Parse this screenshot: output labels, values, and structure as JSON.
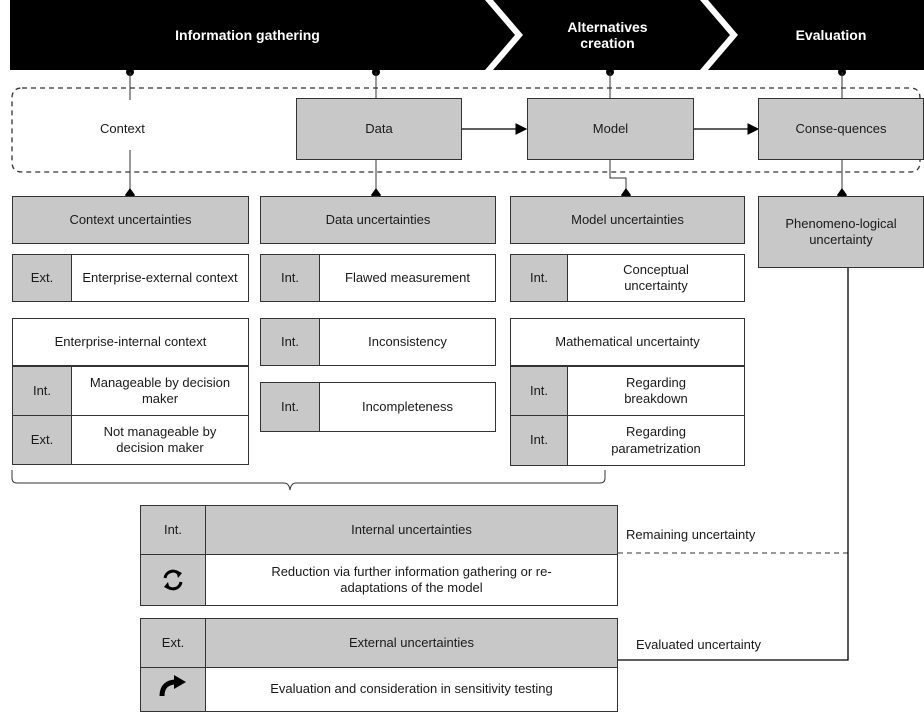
{
  "phases": {
    "information_gathering": "Information gathering",
    "alternatives_creation": "Alternatives creation",
    "evaluation": "Evaluation"
  },
  "process": {
    "context": "Context",
    "data": "Data",
    "model": "Model",
    "consequences": "Conse-quences"
  },
  "context_uncertainties": {
    "title": "Context uncertainties",
    "external_tag": "Ext.",
    "external_label": "Enterprise-external context",
    "internal_title": "Enterprise-internal context",
    "manageable_tag": "Int.",
    "manageable_label": "Manageable by decision maker",
    "not_manageable_tag": "Ext.",
    "not_manageable_label": "Not manageable by decision maker"
  },
  "data_uncertainties": {
    "title": "Data uncertainties",
    "items": [
      {
        "tag": "Int.",
        "label": "Flawed measurement"
      },
      {
        "tag": "Int.",
        "label": "Inconsistency"
      },
      {
        "tag": "Int.",
        "label": "Incompleteness"
      }
    ]
  },
  "model_uncertainties": {
    "title": "Model uncertainties",
    "conceptual_tag": "Int.",
    "conceptual_label": "Conceptual uncertainty",
    "math_title": "Mathematical uncertainty",
    "breakdown_tag": "Int.",
    "breakdown_label": "Regarding breakdown",
    "param_tag": "Int.",
    "param_label": "Regarding parametrization"
  },
  "phenomenological": "Phenomeno-logical uncertainty",
  "internal": {
    "tag": "Int.",
    "title": "Internal uncertainties",
    "icon": "refresh-icon",
    "description": "Reduction via further information gathering or re-adaptations of the model",
    "outcome": "Remaining uncertainty"
  },
  "external": {
    "tag": "Ext.",
    "title": "External uncertainties",
    "icon": "forward-arrow-icon",
    "description": "Evaluation and consideration in sensitivity testing",
    "outcome": "Evaluated uncertainty"
  },
  "colors": {
    "bar": "#000000",
    "gray_box": "#c8c8c8",
    "line": "#333333"
  }
}
